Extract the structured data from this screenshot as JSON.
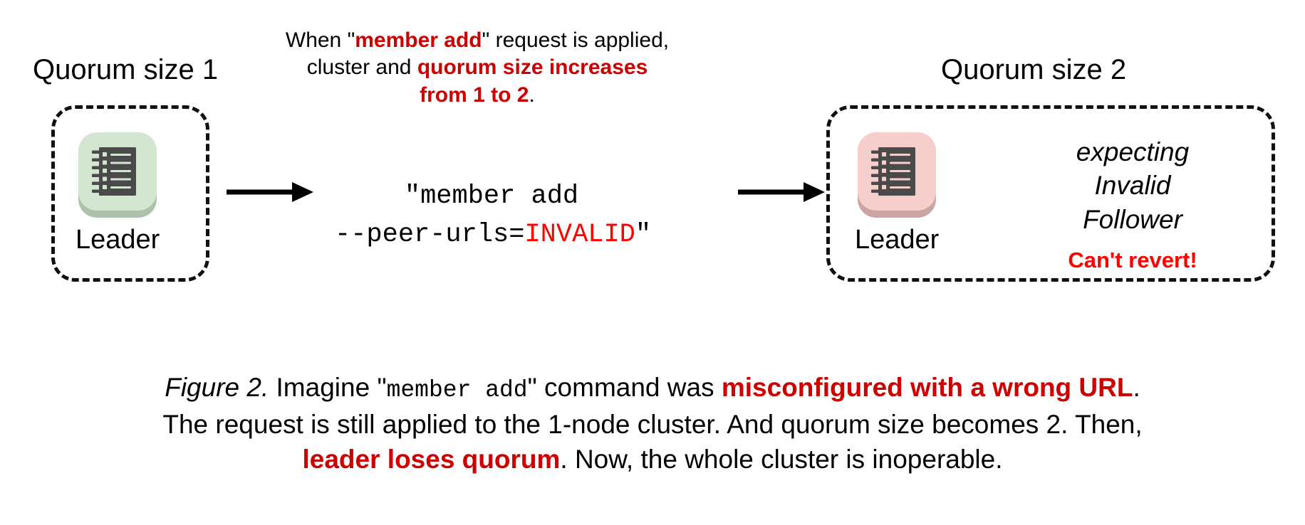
{
  "figure": {
    "background_color": "#FFFFFF",
    "accent_red_dark": "#CC0000",
    "accent_red_bright": "#FF0000",
    "node_green_tile": "#D3E6D1",
    "node_green_shadow": "#ADC2AB",
    "node_pink_tile": "#F6CFCC",
    "node_pink_shadow": "#CAA5A3",
    "icon_body_color": "#4A4A4A"
  },
  "left_cluster": {
    "heading": "Quorum size 1",
    "node_label": "Leader",
    "icon_name": "server-rack-icon"
  },
  "right_cluster": {
    "heading": "Quorum size 2",
    "node_label": "Leader",
    "icon_name": "server-rack-icon",
    "status_lines": [
      "expecting",
      "Invalid",
      "Follower"
    ],
    "warning": "Can't revert!"
  },
  "top_annotation": {
    "l1_a": "When \"",
    "l1_b": "member add",
    "l1_c": "\" request is applied,",
    "l2_a": "cluster and ",
    "l2_b": "quorum size increases",
    "l3_a": "from 1 to 2",
    "l3_b": "."
  },
  "command": {
    "line1": "\"member add",
    "line2_prefix": "--peer-urls=",
    "line2_invalid": "INVALID",
    "line2_suffix": "\""
  },
  "arrows": {
    "arrow1_name": "arrow-left-to-command",
    "arrow2_name": "arrow-command-to-right"
  },
  "caption": {
    "p1_figlabel": "Figure 2.",
    "p1_a": " Imagine \"",
    "p1_mono": "member add",
    "p1_b": "\" command was ",
    "p1_red": "misconfigured with a wrong URL",
    "p1_c": ".",
    "p2": "The request is still applied to the 1-node cluster. And quorum size becomes 2. Then,",
    "p3_red": "leader loses quorum",
    "p3_a": ". Now, the whole cluster is inoperable."
  }
}
